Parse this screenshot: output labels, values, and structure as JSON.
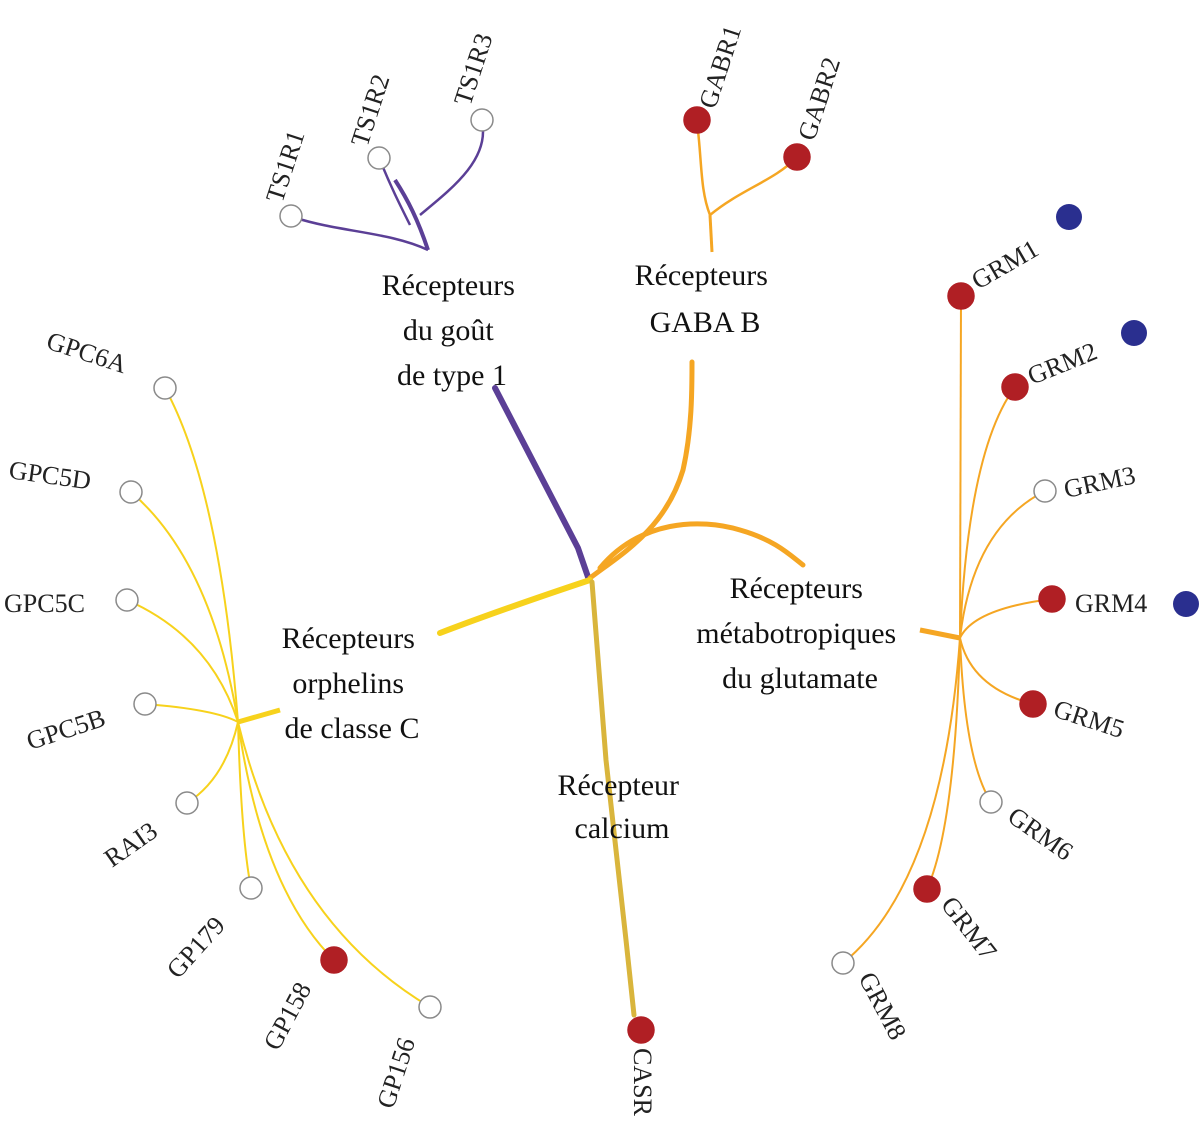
{
  "colors": {
    "taste": "#5b3f96",
    "gaba": "#f5a623",
    "glutamate": "#f5a623",
    "orphan": "#f7d21c",
    "calcium": "#d9b53c",
    "node_filled_red": "#b01f24",
    "node_marker_blue": "#2a2f8f",
    "node_empty_stroke": "#8a8a8a",
    "node_empty_fill": "#ffffff"
  },
  "groups": {
    "taste": {
      "label_lines": [
        "Récepteurs",
        "du goût",
        "de type  1"
      ]
    },
    "gaba": {
      "label_lines": [
        "Récepteurs",
        "GABA B"
      ]
    },
    "glutamate": {
      "label_lines": [
        "Récepteurs",
        "métabotropiques",
        "du glutamate"
      ]
    },
    "orphan": {
      "label_lines": [
        "Récepteurs",
        "orphelins",
        "de classe C"
      ]
    },
    "calcium": {
      "label_lines": [
        "Récepteur",
        "calcium"
      ]
    }
  },
  "leaves": {
    "taste": [
      {
        "id": "TS1R1",
        "label": "TS1R1",
        "filled": false,
        "extra_marker": false
      },
      {
        "id": "TS1R2",
        "label": "TS1R2",
        "filled": false,
        "extra_marker": false
      },
      {
        "id": "TS1R3",
        "label": "TS1R3",
        "filled": false,
        "extra_marker": false
      }
    ],
    "gaba": [
      {
        "id": "GABR1",
        "label": "GABR1",
        "filled": true,
        "extra_marker": false
      },
      {
        "id": "GABR2",
        "label": "GABR2",
        "filled": true,
        "extra_marker": false
      }
    ],
    "glutamate": [
      {
        "id": "GRM1",
        "label": "GRM1",
        "filled": true,
        "extra_marker": true
      },
      {
        "id": "GRM2",
        "label": "GRM2",
        "filled": true,
        "extra_marker": true
      },
      {
        "id": "GRM3",
        "label": "GRM3",
        "filled": false,
        "extra_marker": false
      },
      {
        "id": "GRM4",
        "label": "GRM4",
        "filled": true,
        "extra_marker": true
      },
      {
        "id": "GRM5",
        "label": "GRM5",
        "filled": true,
        "extra_marker": false
      },
      {
        "id": "GRM6",
        "label": "GRM6",
        "filled": false,
        "extra_marker": false
      },
      {
        "id": "GRM7",
        "label": "GRM7",
        "filled": true,
        "extra_marker": false
      },
      {
        "id": "GRM8",
        "label": "GRM8",
        "filled": false,
        "extra_marker": false
      }
    ],
    "orphan": [
      {
        "id": "GPC6A",
        "label": "GPC6A",
        "filled": false,
        "extra_marker": false
      },
      {
        "id": "GPC5D",
        "label": "GPC5D",
        "filled": false,
        "extra_marker": false
      },
      {
        "id": "GPC5C",
        "label": "GPC5C",
        "filled": false,
        "extra_marker": false
      },
      {
        "id": "GPC5B",
        "label": "GPC5B",
        "filled": false,
        "extra_marker": false
      },
      {
        "id": "RAI3",
        "label": "RAI3",
        "filled": false,
        "extra_marker": false
      },
      {
        "id": "GP179",
        "label": "GP179",
        "filled": false,
        "extra_marker": false
      },
      {
        "id": "GP158",
        "label": "GP158",
        "filled": true,
        "extra_marker": false
      },
      {
        "id": "GP156",
        "label": "GP156",
        "filled": false,
        "extra_marker": false
      }
    ],
    "calcium": [
      {
        "id": "CASR",
        "label": "CASR",
        "filled": true,
        "extra_marker": false
      }
    ]
  }
}
